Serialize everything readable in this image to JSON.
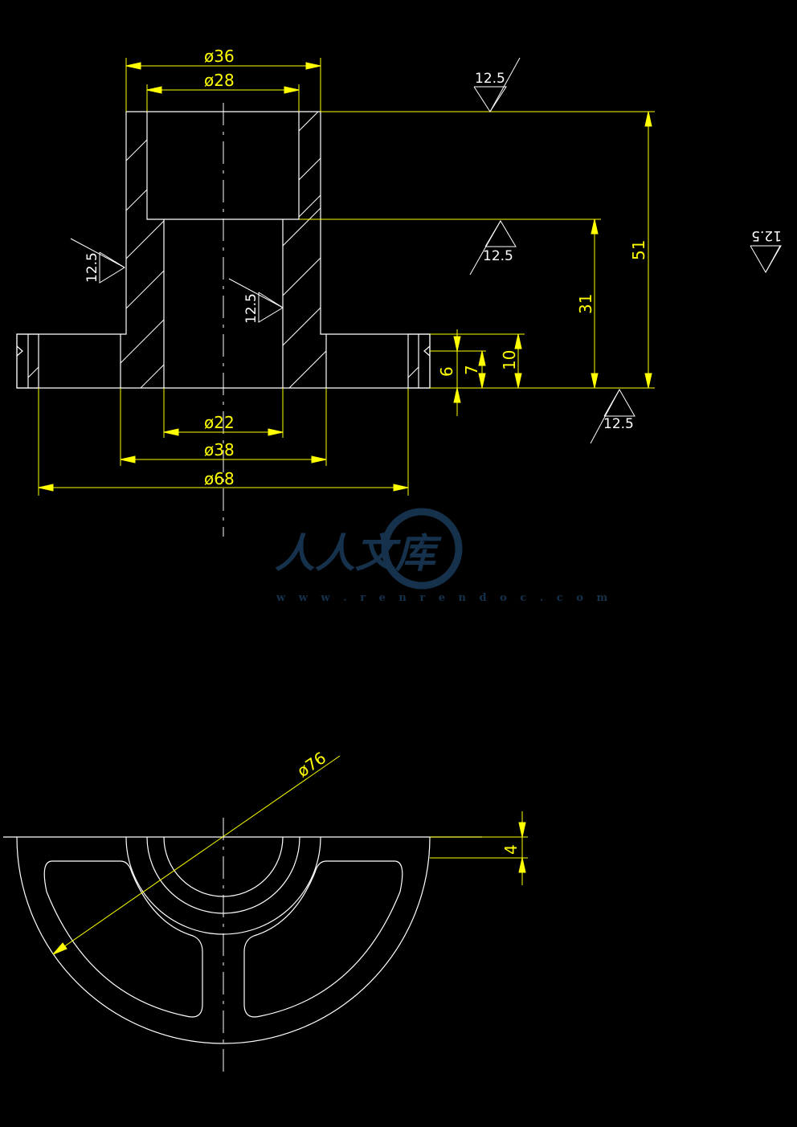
{
  "drawing": {
    "colors": {
      "background": "#000000",
      "outline": "#ffffff",
      "dimension": "#ffff00",
      "watermark": "#16314b"
    }
  },
  "dimensions": {
    "d36": "ø36",
    "d28": "ø28",
    "d22": "ø22",
    "d38": "ø38",
    "d68": "ø68",
    "d76": "ø76",
    "h51": "51",
    "h31": "31",
    "h10": "10",
    "h7": "7",
    "h6": "6",
    "h4": "4"
  },
  "roughness": {
    "top": "12.5",
    "mid": "12.5",
    "bottom": "12.5",
    "left": "12.5",
    "bore": "12.5",
    "general": "12.5"
  },
  "watermark": {
    "brand": "人人文库",
    "url": "w w w . r e n r e n d o c . c o m"
  }
}
